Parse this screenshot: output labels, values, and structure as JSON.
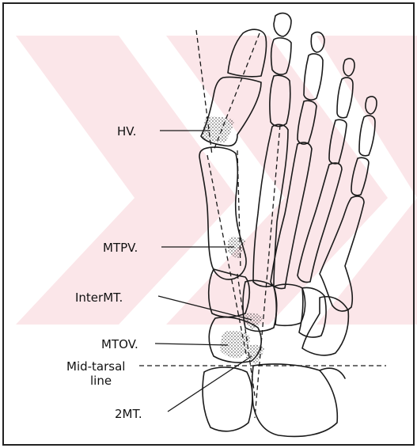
{
  "labels": {
    "hv": "HV.",
    "mtpv": "MTPV.",
    "intermt": "InterMT.",
    "mtov": "MTOV.",
    "midtarsal_line1": "Mid-tarsal",
    "midtarsal_line2": "line",
    "twomt": "2MT."
  },
  "colors": {
    "frame": "#222222",
    "watermark": "#fbe7ea",
    "ink": "#1a1a1a"
  }
}
